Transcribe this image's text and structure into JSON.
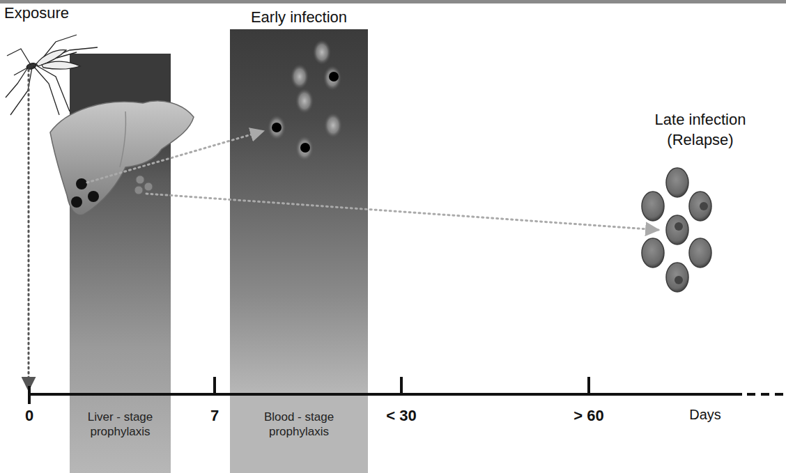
{
  "diagram": {
    "nodes": [
      {
        "text": [
          "Liver - stage prophylaxis"
        ]
      },
      {
        "text": [
          "Early infection",
          "Blood - stage prophylaxis"
        ]
      }
    ],
    "labels": [
      "Exposure",
      "Late infection (Relapse)",
      "0",
      "7",
      "< 30",
      "> 60",
      "Days"
    ]
  }
}
